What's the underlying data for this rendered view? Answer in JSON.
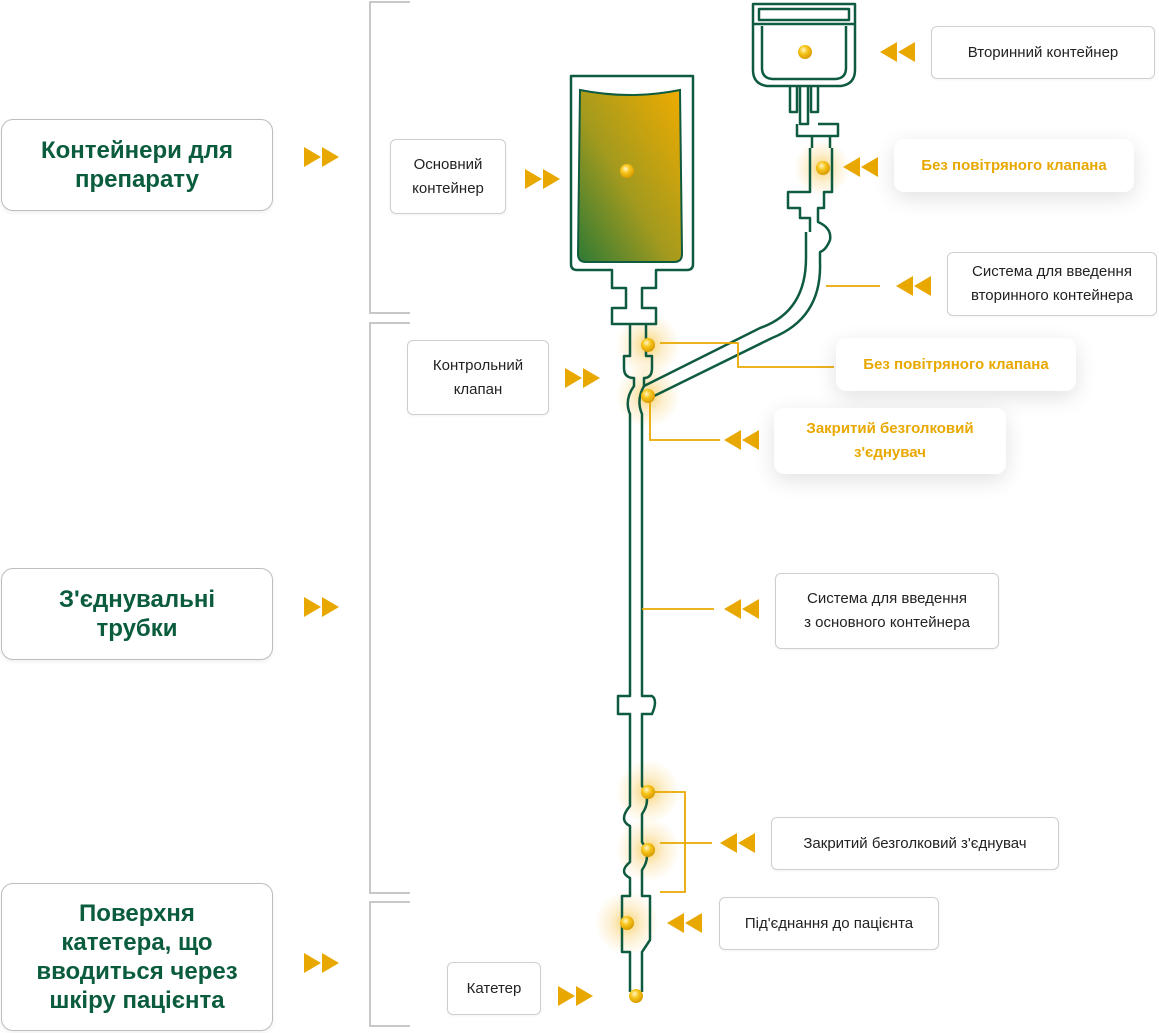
{
  "colors": {
    "accent": "#e9a800",
    "tube": "#0e5b40",
    "bracket": "#c8c8c8",
    "category_text": "#0a5c3c"
  },
  "categories": [
    {
      "label": "Контейнери для\nпрепарату"
    },
    {
      "label": "З'єднувальні\nтрубки"
    },
    {
      "label": "Поверхня\nкатетера, що\nвводиться через\nшкіру пацієнта"
    }
  ],
  "labels": {
    "secondary_container": "Вторинний контейнер",
    "primary_container": "Основний\nконтейнер",
    "no_air_valve_top": "Без повітряного клапана",
    "secondary_system": "Система для введення\nвторинного контейнера",
    "check_valve": "Контрольний\nклапан",
    "no_air_valve_mid": "Без повітряного клапана",
    "closed_needleless_highlight": "Закритий безголковий\nз'єднувач",
    "primary_system": "Система для введення\nз основного контейнера",
    "closed_needleless": "Закритий безголковий з'єднувач",
    "patient_connection": "Під'єднання до пацієнта",
    "catheter": "Катетер"
  },
  "icons": {
    "arrow_right": "double-arrow-right-icon",
    "arrow_left": "double-arrow-left-icon",
    "point": "gold-dot-icon"
  }
}
